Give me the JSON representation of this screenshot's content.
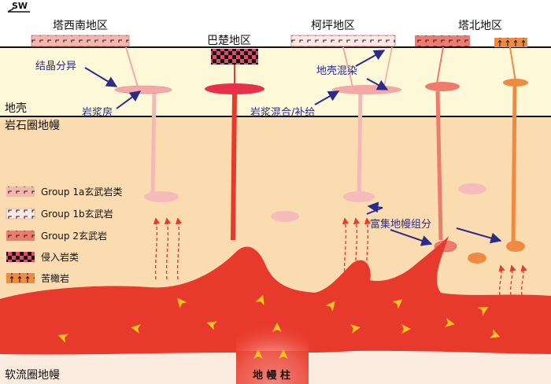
{
  "direction": "SW",
  "regions": {
    "tarim_southwest": "塔西南地区",
    "bachu": "巴楚地区",
    "keping": "柯坪地区",
    "tabei": "塔北地区"
  },
  "layers": {
    "crust": "地壳",
    "lithospheric_mantle": "岩石圈地幔",
    "asthenospheric_mantle": "软流圈地幔"
  },
  "annotations": {
    "fractional_crystallization": "结晶分异",
    "magma_chamber": "岩浆房",
    "crustal_contamination": "地壳混染",
    "magma_mixing": "岩浆混合/补给",
    "enriched_mantle": "富集地幔组分",
    "mantle_plume": "地 幔 柱"
  },
  "legend": [
    {
      "label": "Group 1a玄武岩类",
      "swatch": "g1a"
    },
    {
      "label": "Group 1b玄武岩",
      "swatch": "g1b"
    },
    {
      "label": "Group 2玄武岩",
      "swatch": "g2"
    },
    {
      "label": "侵入岩类",
      "swatch": "intrusive"
    },
    {
      "label": "苦橄岩",
      "swatch": "picrite"
    }
  ],
  "colors": {
    "crust": "#fdf8d8",
    "lithosphere": "#fbdcb0",
    "plume": "#e83a2c",
    "arrow": "#f5c41f",
    "pink": "#f4a8a8",
    "orange": "#f08a40",
    "annotation": "#2b2c8a"
  }
}
